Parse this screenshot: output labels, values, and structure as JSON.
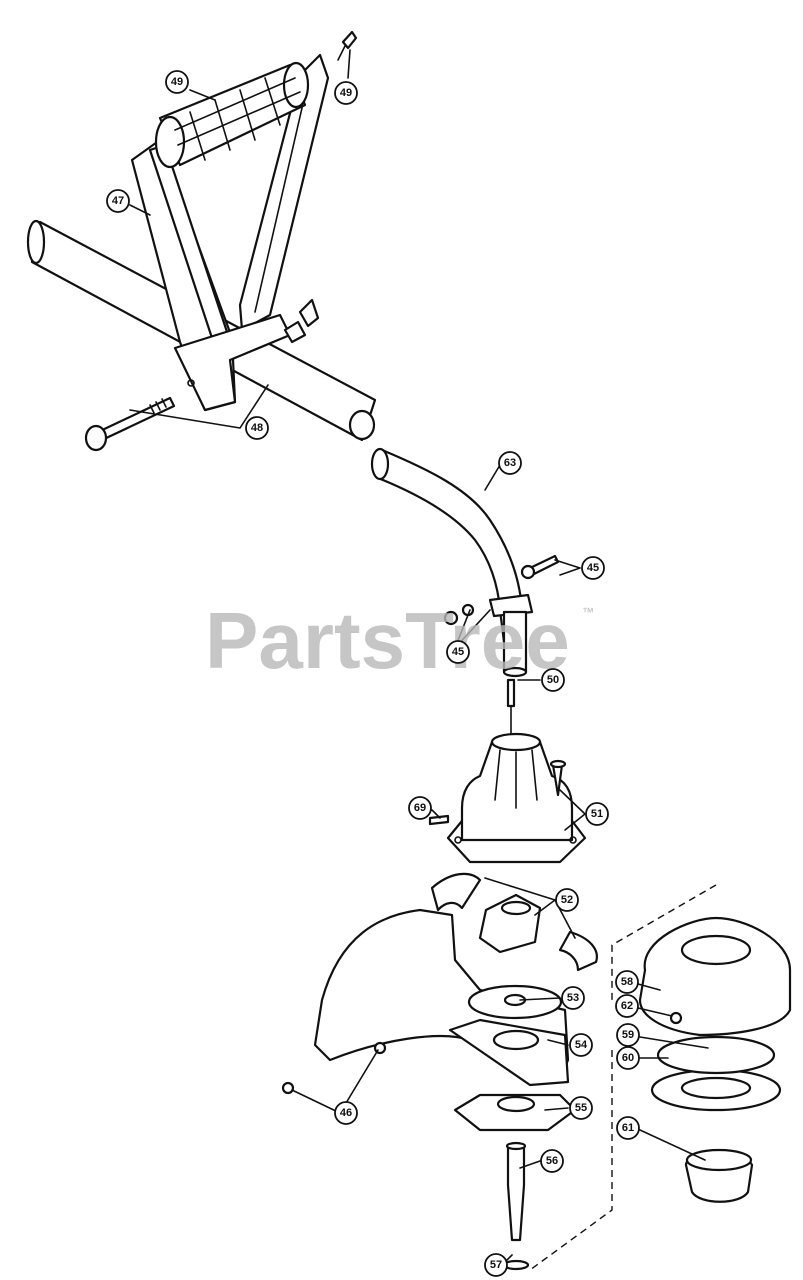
{
  "watermark": {
    "brand": "PartsTree",
    "mark": "™",
    "color": "#b9b9b9"
  },
  "callouts": [
    {
      "id": "c49a",
      "label": "49"
    },
    {
      "id": "c49b",
      "label": "49"
    },
    {
      "id": "c47",
      "label": "47"
    },
    {
      "id": "c48",
      "label": "48"
    },
    {
      "id": "c63",
      "label": "63"
    },
    {
      "id": "c45a",
      "label": "45"
    },
    {
      "id": "c45b",
      "label": "45"
    },
    {
      "id": "c50",
      "label": "50"
    },
    {
      "id": "c51",
      "label": "51"
    },
    {
      "id": "c69",
      "label": "69"
    },
    {
      "id": "c52",
      "label": "52"
    },
    {
      "id": "c53",
      "label": "53"
    },
    {
      "id": "c54",
      "label": "54"
    },
    {
      "id": "c55",
      "label": "55"
    },
    {
      "id": "c46",
      "label": "46"
    },
    {
      "id": "c56",
      "label": "56"
    },
    {
      "id": "c57",
      "label": "57"
    },
    {
      "id": "c58",
      "label": "58"
    },
    {
      "id": "c62",
      "label": "62"
    },
    {
      "id": "c59",
      "label": "59"
    },
    {
      "id": "c60",
      "label": "60"
    },
    {
      "id": "c61",
      "label": "61"
    }
  ]
}
